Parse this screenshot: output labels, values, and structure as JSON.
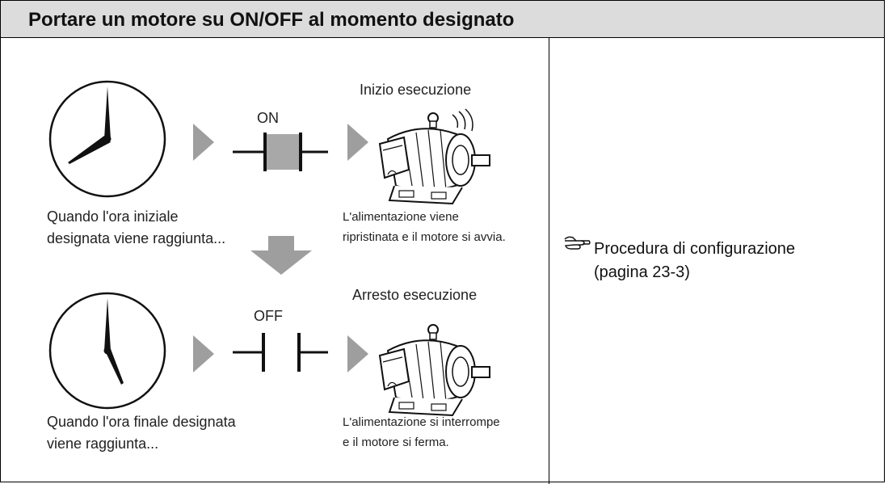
{
  "title": "Portare un motore su ON/OFF al momento designato",
  "top_row": {
    "state_label": "Inizio esecuzione",
    "contact_label": "ON",
    "clock_caption_line1": "Quando l'ora iniziale",
    "clock_caption_line2": "designata viene raggiunta...",
    "motor_caption_line1": "L'alimentazione viene",
    "motor_caption_line2": "ripristinata e il motore si avvia."
  },
  "bottom_row": {
    "state_label": "Arresto esecuzione",
    "contact_label": "OFF",
    "clock_caption_line1": "Quando l'ora finale designata",
    "clock_caption_line2": "viene raggiunta...",
    "motor_caption_line1": "L'alimentazione si interrompe",
    "motor_caption_line2": "e il motore si ferma."
  },
  "reference": {
    "icon": "pointing-hand-icon",
    "line1": "Procedura di configurazione",
    "line2": "(pagina 23-3)"
  },
  "colors": {
    "header_bg": "#dcdcdc",
    "arrow_gray": "#9e9e9e",
    "contact_on_fill": "#a8a8a8"
  }
}
